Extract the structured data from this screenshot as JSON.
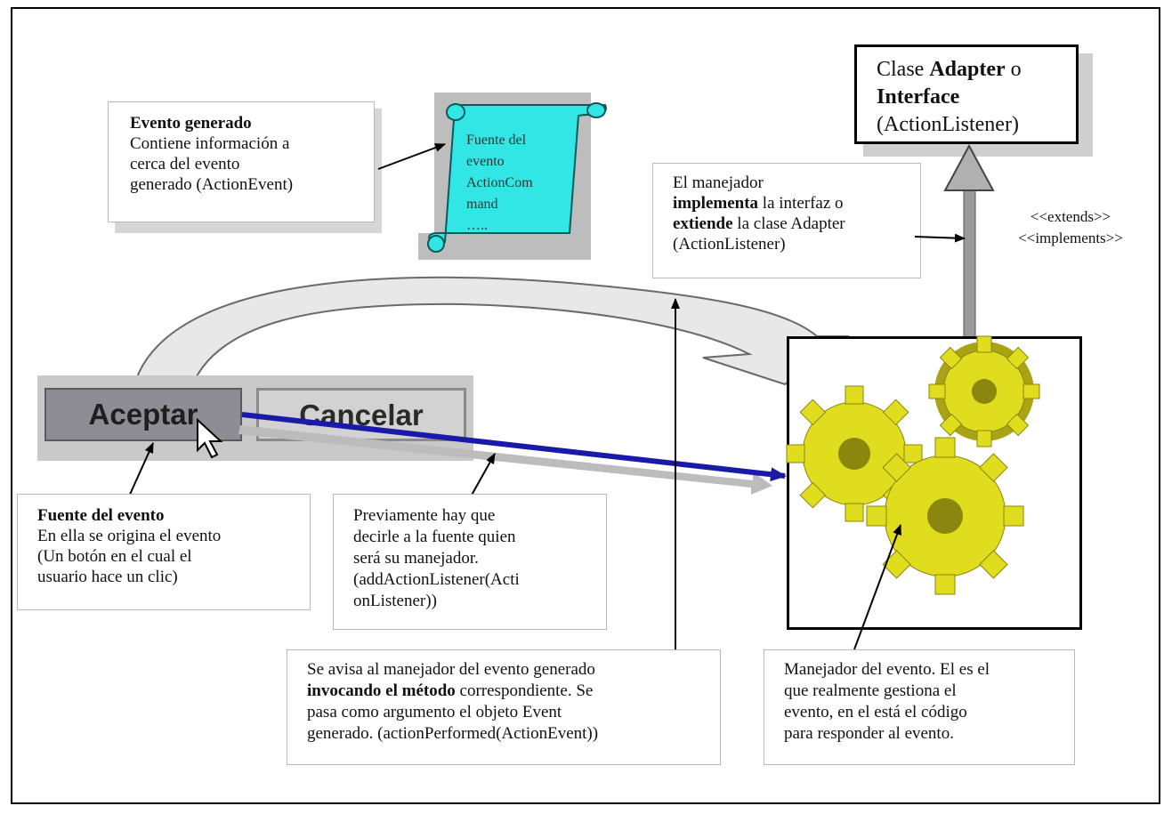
{
  "evento_generado": {
    "title": "Evento generado",
    "lines": [
      "Contiene información a",
      "cerca del evento",
      "generado (ActionEvent)"
    ]
  },
  "scroll": {
    "lines": [
      "Fuente del",
      "evento",
      "ActionCom",
      "mand",
      "….."
    ]
  },
  "adapter": {
    "line1_pre": "Clase ",
    "line1_bold": "Adapter",
    "line1_post": " o",
    "line2_bold": "Interface",
    "line3": "(ActionListener)"
  },
  "manejador_implementa": {
    "line1": "El manejador",
    "line2_bold": "implementa",
    "line2_post": " la interfaz o",
    "line3_bold": "extiende",
    "line3_post": " la clase Adapter",
    "line4": "(ActionListener)"
  },
  "stereotypes": [
    "<<extends>>",
    "<<implements>>"
  ],
  "buttons": {
    "aceptar": "Aceptar",
    "cancelar": "Cancelar"
  },
  "fuente_evento": {
    "title": "Fuente del evento",
    "lines": [
      "En ella se origina el evento",
      "(Un botón en el cual el",
      "usuario hace un clic)"
    ]
  },
  "previamente": {
    "lines": [
      "Previamente hay que",
      "decirle a la fuente quien",
      "será su manejador.",
      "(addActionListener(Acti",
      "onListener))"
    ]
  },
  "se_avisa": {
    "line1": "Se avisa al manejador del evento generado",
    "line2_bold": "invocando el método",
    "line2_post": " correspondiente. Se",
    "line3": "pasa como argumento el objeto Event",
    "line4": "generado. (actionPerformed(ActionEvent))"
  },
  "manejador_del_evento": {
    "lines": [
      "Manejador del evento. El es el",
      "que realmente gestiona el",
      "evento, en el está el código",
      "para responder al evento."
    ]
  },
  "colors": {
    "scroll_fill": "#33e6e6",
    "call_arrow": "#1a1aa8",
    "gear": "#e0dc1e",
    "gear_shadow": "#a8a414",
    "button_pressed": "#8e8c94"
  }
}
